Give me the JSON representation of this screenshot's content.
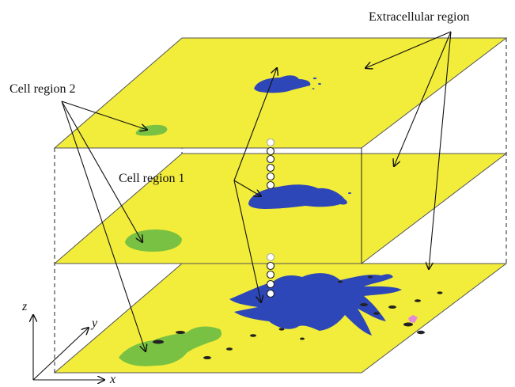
{
  "labels": {
    "extracellular": "Extracellular region",
    "cell_region_2": "Cell region 2",
    "cell_region_1": "Cell region 1"
  },
  "axes": {
    "x": "x",
    "y": "y",
    "z": "z"
  },
  "colors": {
    "plane": "#f2ec3a",
    "cell_region_1": "#2e47b8",
    "cell_region_2": "#79c142",
    "dark_spots": "#222222",
    "pink_spot": "#e58ad6"
  },
  "layers": 3
}
